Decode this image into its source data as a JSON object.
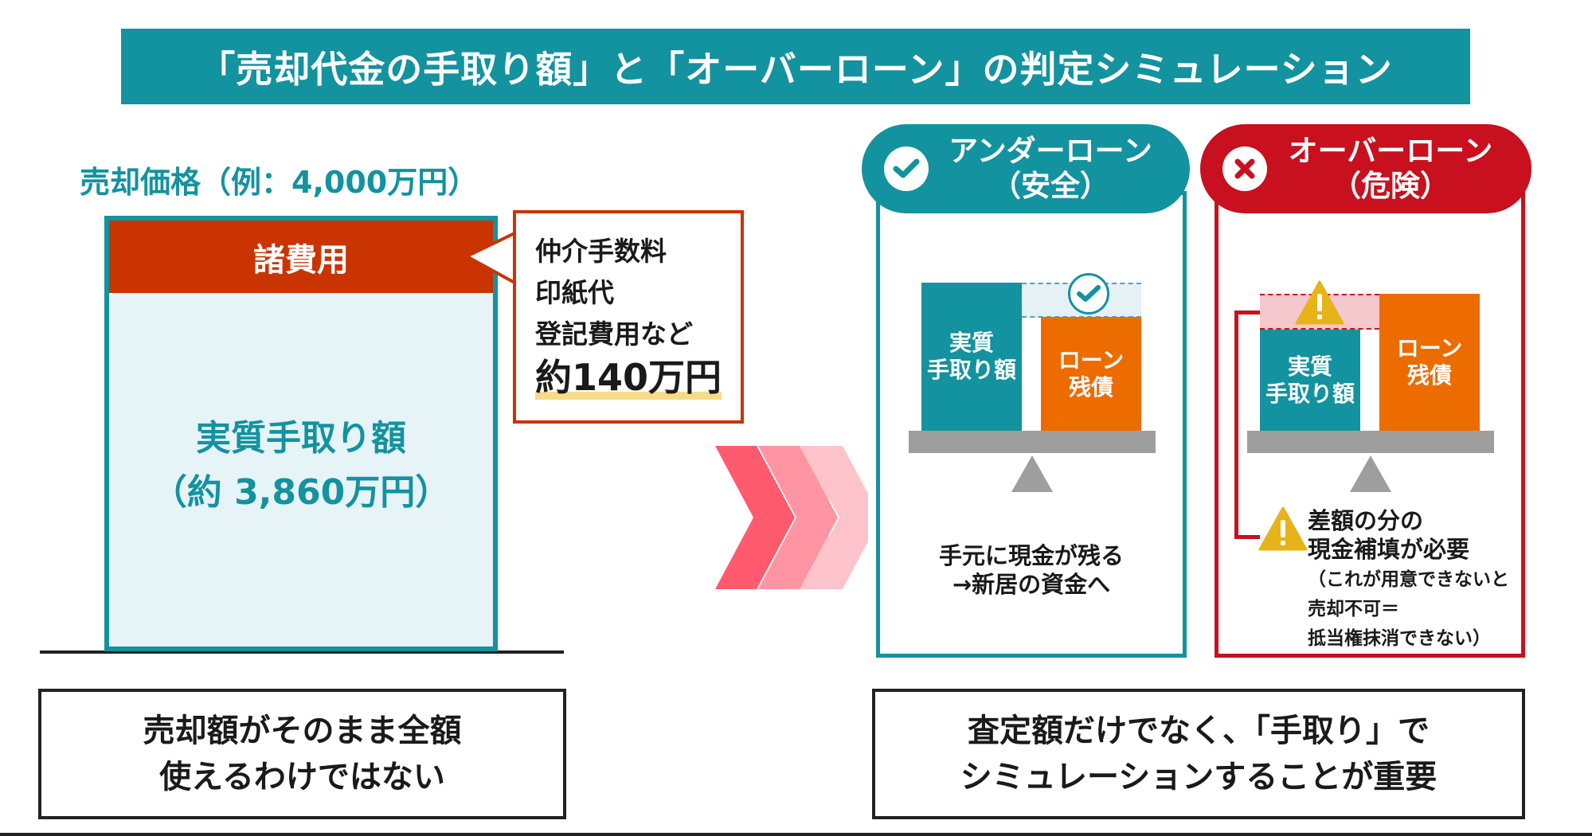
{
  "title": "「売却代金の手取り額」と「オーバーローン」の判定シミュレーション",
  "left_diagram": {
    "price_label": "売却価格（例：4,000万円）",
    "cost_band_label": "諸費用",
    "net_label_line1": "実質手取り額",
    "net_label_line2": "（約 3,860万円）",
    "callout": {
      "items": [
        "仲介手数料",
        "印紙代",
        "登記費用など"
      ],
      "amount": "約140万円"
    }
  },
  "arrow": {
    "icon": "triple-chevron-right-icon",
    "colors": [
      "#ff5a6e",
      "#ff95a2",
      "#ffc4cb"
    ]
  },
  "under_loan": {
    "header_line1": "アンダーローン",
    "header_line2": "（安全）",
    "header_icon": "check-circle-icon",
    "bar_net_line1": "実質",
    "bar_net_line2": "手取り額",
    "bar_loan_line1": "ローン",
    "bar_loan_line2": "残債",
    "surplus_icon": "check-circle-icon",
    "note_line1": "手元に現金が残る",
    "note_line2": "→新居の資金へ",
    "color": "#13929f"
  },
  "over_loan": {
    "header_line1": "オーバーローン",
    "header_line2": "（危険）",
    "header_icon": "x-circle-icon",
    "bar_net_line1": "実質",
    "bar_net_line2": "手取り額",
    "bar_loan_line1": "ローン",
    "bar_loan_line2": "残債",
    "deficit_icon": "warning-triangle-icon",
    "note_main_line1": "差額の分の",
    "note_main_line2": "現金補填が必要",
    "note_sub_line1": "（これが用意できないと",
    "note_sub_line2": "売却不可＝",
    "note_sub_line3": "抵当権抹消できない）",
    "color": "#c8101e"
  },
  "summary_left": {
    "line1": "売却額がそのまま全額",
    "line2": "使えるわけではない"
  },
  "summary_right": {
    "line1": "査定額だけでなく、「手取り」で",
    "line2": "シミュレーションすることが重要"
  },
  "colors": {
    "teal": "#13929f",
    "cost_red": "#c93400",
    "danger_red": "#c8101e",
    "orange": "#ec6c00",
    "light_teal_bg": "#e6f3f7",
    "highlight_yellow": "#f6dc8a",
    "warning_yellow": "#e6b419",
    "beam_gray": "#9e9e9e"
  }
}
